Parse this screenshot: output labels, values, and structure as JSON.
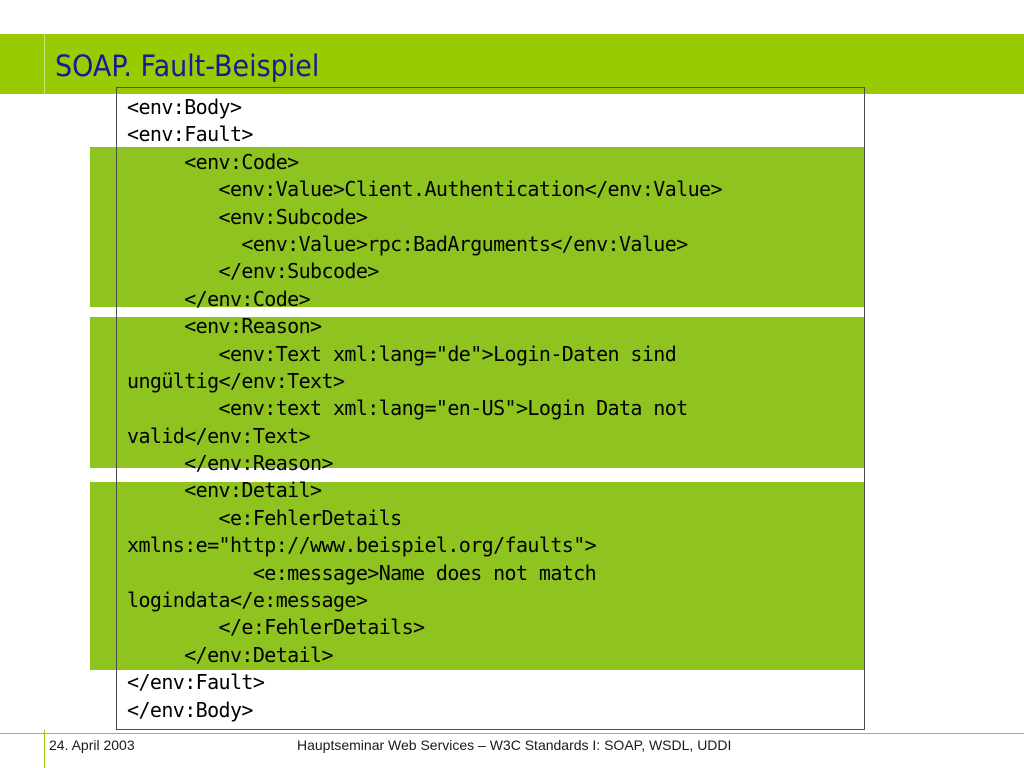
{
  "slide": {
    "title": "SOAP. Fault-Beispiel",
    "code_lines": [
      "<env:Body>",
      "<env:Fault>",
      "     <env:Code>",
      "        <env:Value>Client.Authentication</env:Value>",
      "        <env:Subcode>",
      "          <env:Value>rpc:BadArguments</env:Value>",
      "        </env:Subcode>",
      "     </env:Code>",
      "     <env:Reason>",
      "        <env:Text xml:lang=\"de\">Login-Daten sind",
      "ungültig</env:Text>",
      "        <env:text xml:lang=\"en-US\">Login Data not",
      "valid</env:Text>",
      "     </env:Reason>",
      "     <env:Detail>",
      "        <e:FehlerDetails",
      "xmlns:e=\"http://www.beispiel.org/faults\">",
      "           <e:message>Name does not match",
      "logindata</e:message>",
      "        </e:FehlerDetails>",
      "     </env:Detail>",
      "</env:Fault>",
      "</env:Body>"
    ],
    "colors": {
      "accent": "#99cc00",
      "highlight": "#8fc31f",
      "title_text": "#1a1a99"
    }
  },
  "footer": {
    "date": "24. April 2003",
    "center": "Hauptseminar Web Services – W3C Standards I: SOAP, WSDL, UDDI"
  }
}
